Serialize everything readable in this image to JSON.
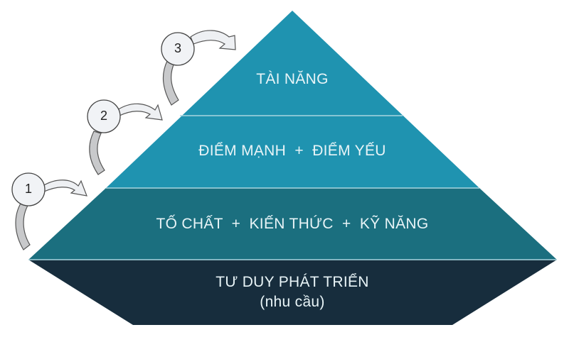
{
  "pyramid": {
    "levels": [
      {
        "label": "TÀI NĂNG",
        "color": "#1f93b0"
      },
      {
        "label": "ĐIỂM MẠNH  +  ĐIỂM YẾU",
        "color": "#1f93b0"
      },
      {
        "label": "TỐ CHẤT  +  KIẾN THỨC  +  KỸ NĂNG",
        "color": "#1b6f7f"
      }
    ],
    "base": {
      "line1": "TƯ DUY PHÁT TRIỂN",
      "line2": "(nhu cầu)",
      "color": "#172d3d"
    },
    "divider_color": "#a9d6e0"
  },
  "steps": [
    {
      "number": "1"
    },
    {
      "number": "2"
    },
    {
      "number": "3"
    }
  ]
}
